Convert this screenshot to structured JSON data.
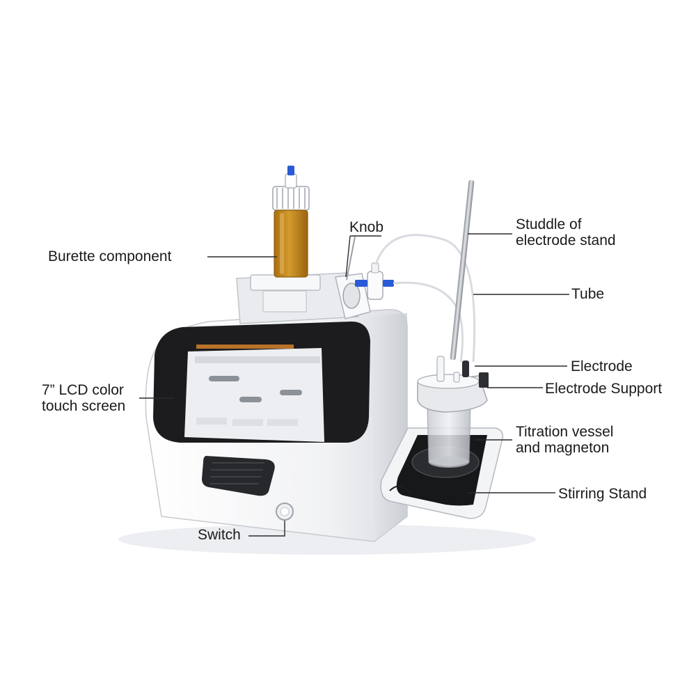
{
  "labels": {
    "burette": "Burette component",
    "knob": "Knob",
    "studdle_line1": "Studdle of",
    "studdle_line2": "electrode stand",
    "tube": "Tube",
    "electrode": "Electrode",
    "electrode_support": "Electrode Support",
    "lcd_line1": "7” LCD color",
    "lcd_line2": "touch screen",
    "titration_line1": "Titration vessel",
    "titration_line2": "and magneton",
    "stirring_stand": "Stirring Stand",
    "switch": "Switch"
  },
  "colors": {
    "body": "#f4f5f7",
    "screen_bezel": "#1c1c1e",
    "burette_liquid": "#c98a1e",
    "fitting_blue": "#2a5bd7",
    "leader_line": "#2a2a2a"
  }
}
